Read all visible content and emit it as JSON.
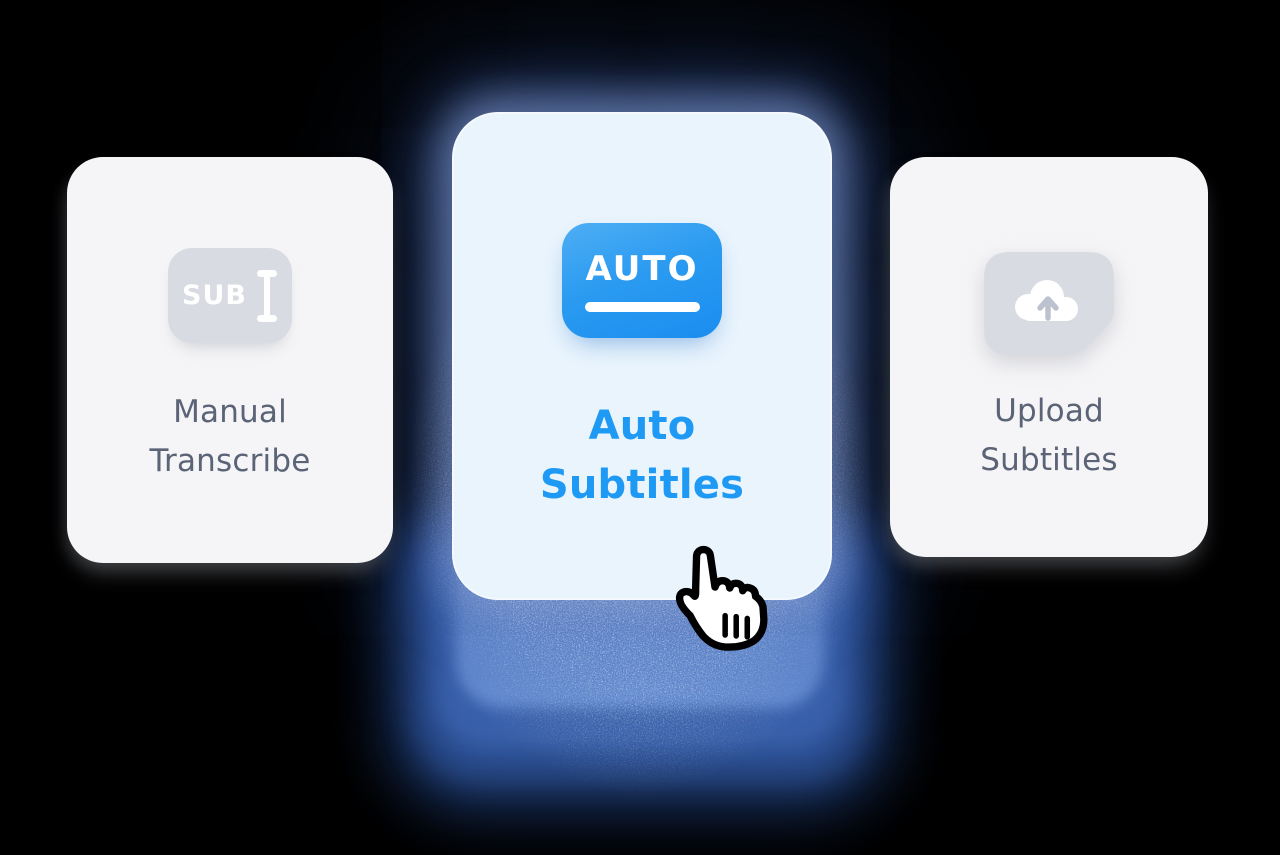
{
  "page": {
    "description": "Subtitle creation mode picker"
  },
  "cards": [
    {
      "id": "manual-transcribe",
      "lines": [
        "Manual",
        "Transcribe"
      ],
      "icon": "sub-text-cursor-icon",
      "icon_text": "SUB",
      "text_color": "#5B6377",
      "bg": "#F5F5F7",
      "selected": false
    },
    {
      "id": "auto-subtitles",
      "lines": [
        "Auto",
        "Subtitles"
      ],
      "icon": "auto-badge-icon",
      "icon_text": "AUTO",
      "text_color": "#1E9AF5",
      "bg": "#E9F4FD",
      "selected": true
    },
    {
      "id": "upload-subtitles",
      "lines": [
        "Upload",
        "Subtitles"
      ],
      "icon": "cloud-upload-icon",
      "text_color": "#5B6377",
      "bg": "#F5F5F7",
      "selected": false
    }
  ],
  "cursor": {
    "type": "pointing-hand-cursor"
  },
  "colors": {
    "background": "#000000",
    "glow_blue": "#3A62AC",
    "tile_gray": "#D9DBE3",
    "auto_gradient_top": "#4FAEF4",
    "auto_gradient_bottom": "#1A8DEF",
    "selected_text": "#1E9AF5",
    "label_text": "#5B6377"
  }
}
